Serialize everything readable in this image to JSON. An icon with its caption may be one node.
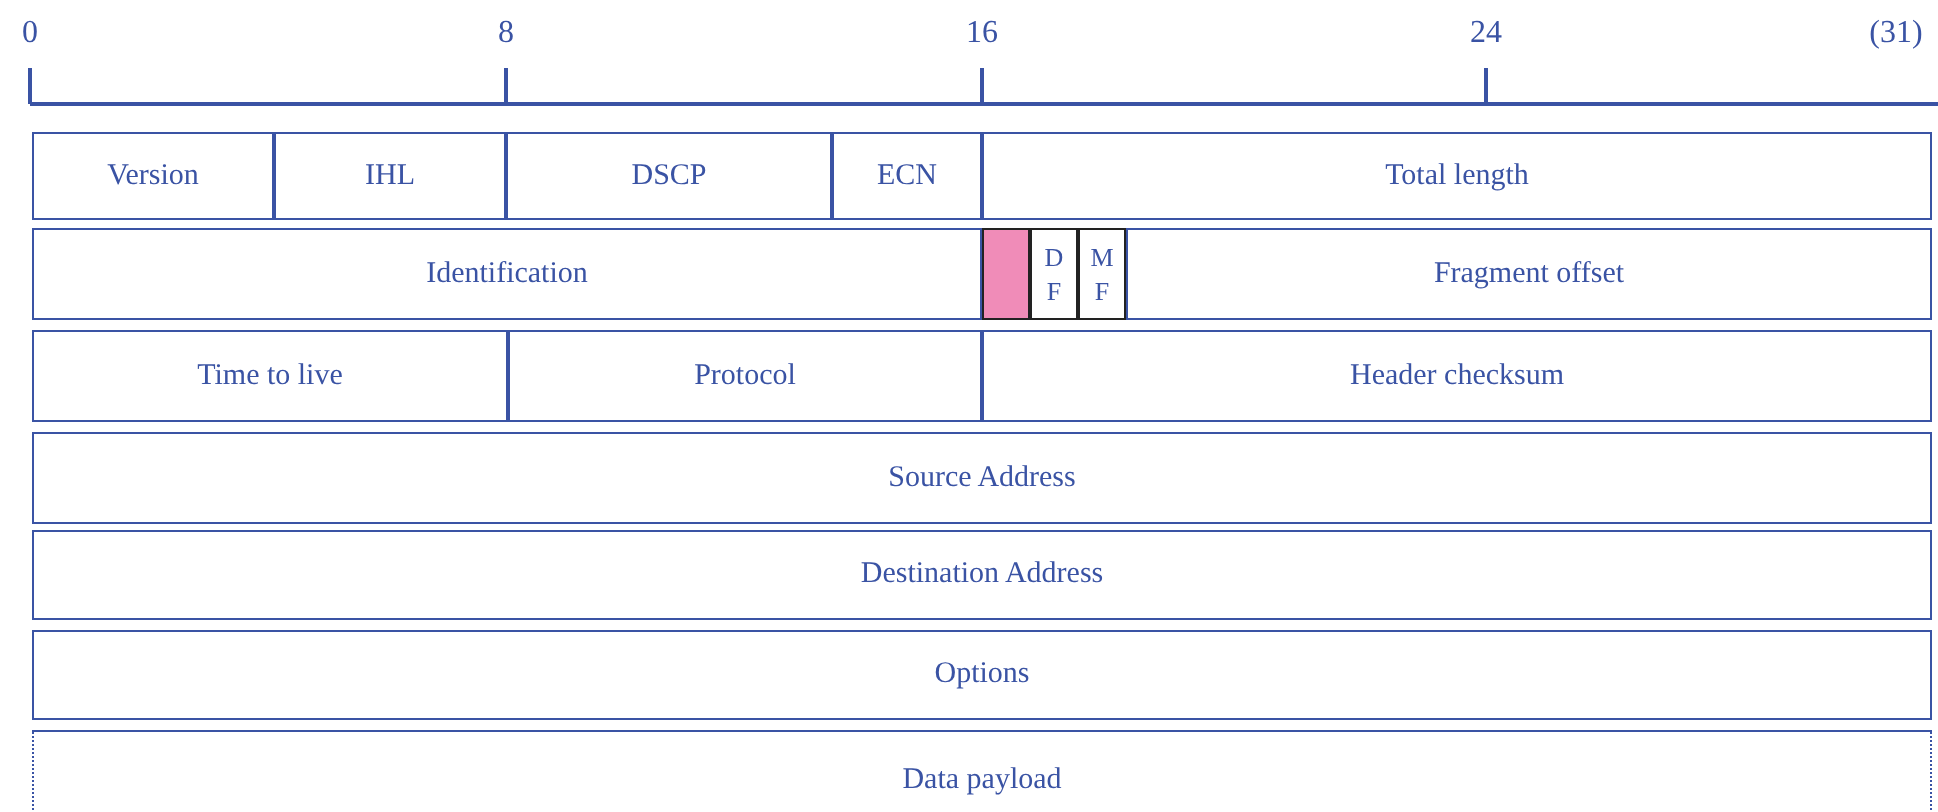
{
  "diagram": {
    "nodes": [
      {
        "text": [
          "Version"
        ]
      },
      {
        "text": [
          "IHL"
        ]
      },
      {
        "text": [
          "DSCP"
        ]
      },
      {
        "text": [
          "ECN"
        ]
      },
      {
        "text": [
          "Total length"
        ]
      },
      {
        "text": [
          "Identification"
        ]
      },
      {
        "text": [],
        "shape": "box"
      },
      {
        "text": [
          "D F"
        ]
      },
      {
        "text": [
          "M F"
        ]
      },
      {
        "text": [
          "Fragment offset"
        ]
      },
      {
        "text": [
          "Time to live"
        ]
      },
      {
        "text": [
          "Protocol"
        ]
      },
      {
        "text": [
          "Header checksum"
        ]
      },
      {
        "text": [
          "Source Address"
        ]
      },
      {
        "text": [
          "Destination Address"
        ]
      },
      {
        "text": [
          "Options"
        ]
      },
      {
        "text": [
          "Data payload"
        ]
      }
    ],
    "edges": [],
    "labels": [
      "0",
      "8",
      "16",
      "24",
      "(31)"
    ]
  }
}
